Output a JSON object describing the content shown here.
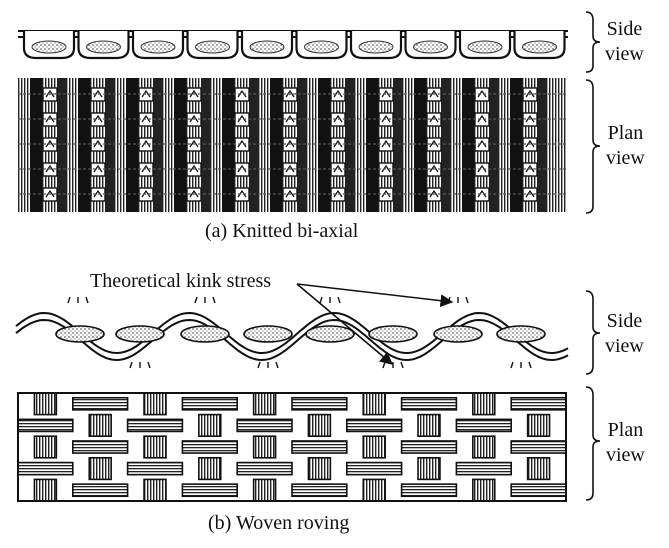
{
  "panel_a": {
    "caption": "(a) Knitted bi-axial",
    "side_label": [
      "Side",
      "view"
    ],
    "plan_label": [
      "Plan",
      "view"
    ]
  },
  "panel_b": {
    "caption": "(b) Woven roving",
    "annotation": "Theoretical kink stress",
    "side_label": [
      "Side",
      "view"
    ],
    "plan_label": [
      "Plan",
      "view"
    ]
  },
  "colors": {
    "ink": "#111111",
    "paper": "#ffffff",
    "dot": "#7a7a7a"
  }
}
